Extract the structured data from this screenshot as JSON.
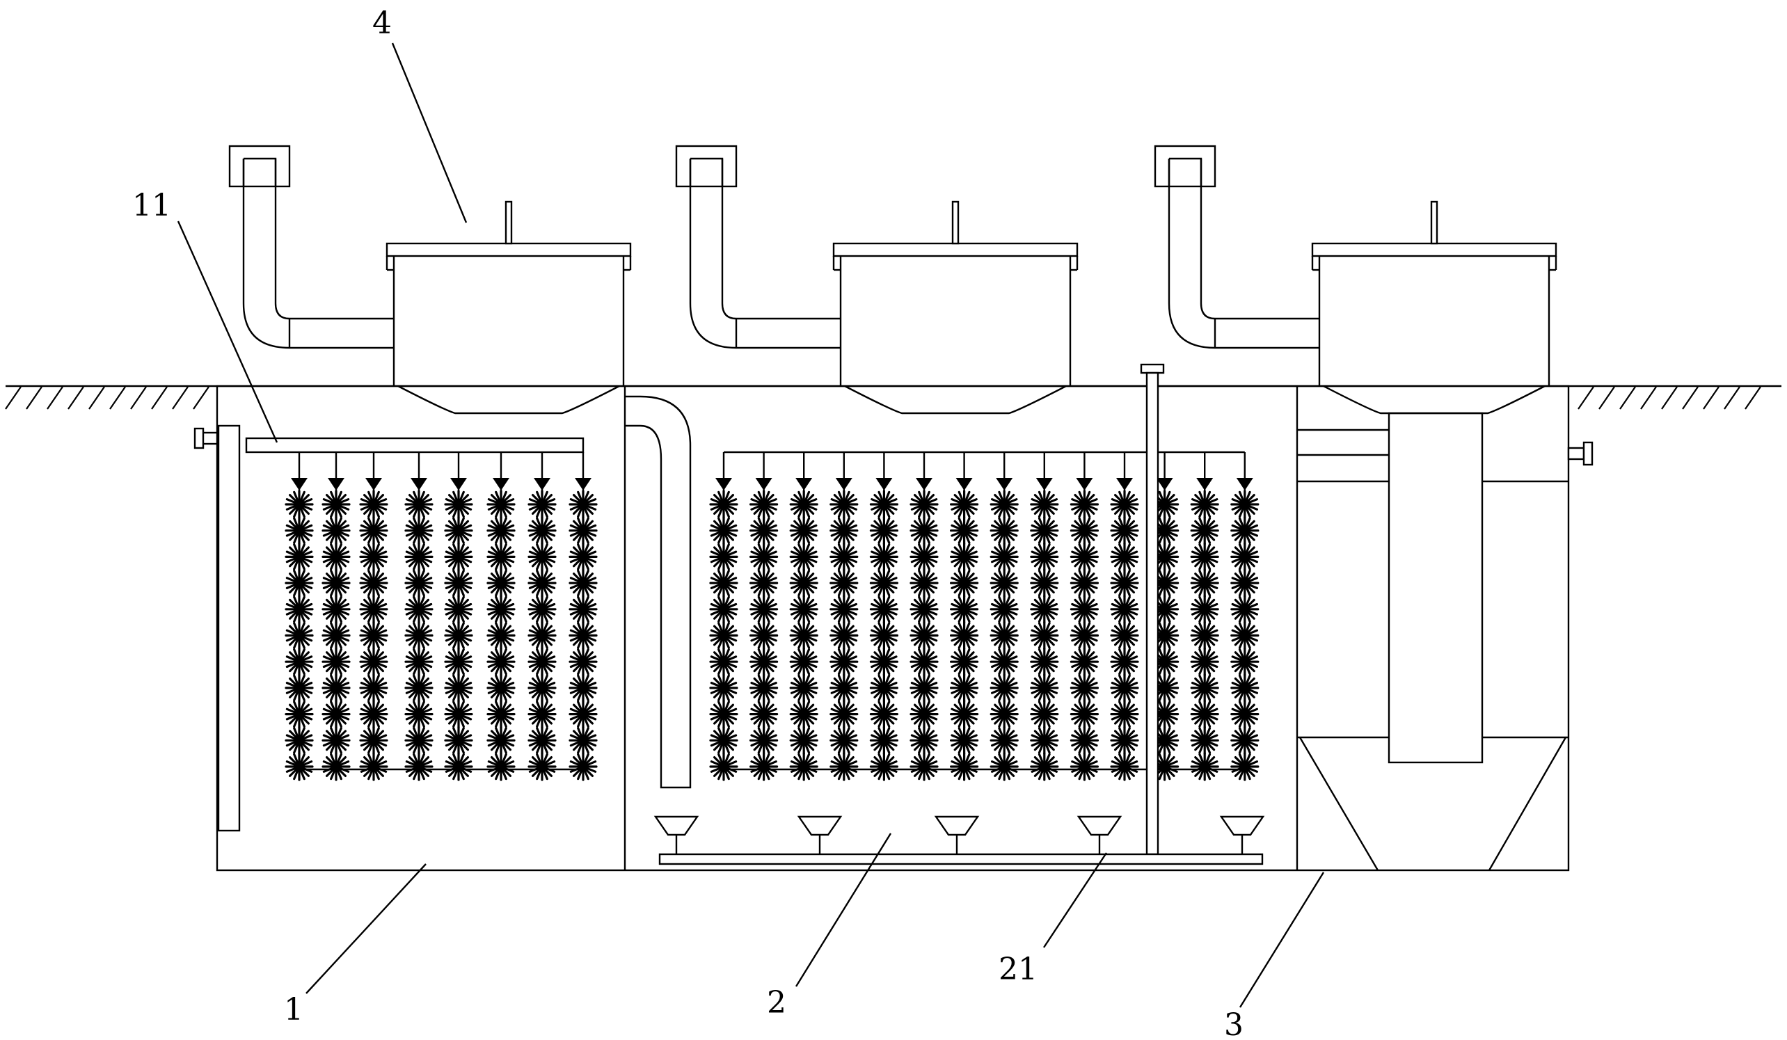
{
  "figure": {
    "labels": [
      {
        "id": "4",
        "text": "4"
      },
      {
        "id": "11",
        "text": "11"
      },
      {
        "id": "1",
        "text": "1"
      },
      {
        "id": "2",
        "text": "2"
      },
      {
        "id": "21",
        "text": "21"
      },
      {
        "id": "3",
        "text": "3"
      }
    ]
  },
  "components": {
    "chamber_1": {
      "reference": "1",
      "media_columns": 8,
      "media_rows": 11
    },
    "distribution_pipe": {
      "reference": "11"
    },
    "chamber_2": {
      "reference": "2",
      "media_columns": 14,
      "media_rows": 11,
      "diffusers": 5
    },
    "aerator": {
      "reference": "21"
    },
    "chamber_3": {
      "reference": "3"
    },
    "lid_unit": {
      "reference": "4",
      "count": 3
    }
  }
}
